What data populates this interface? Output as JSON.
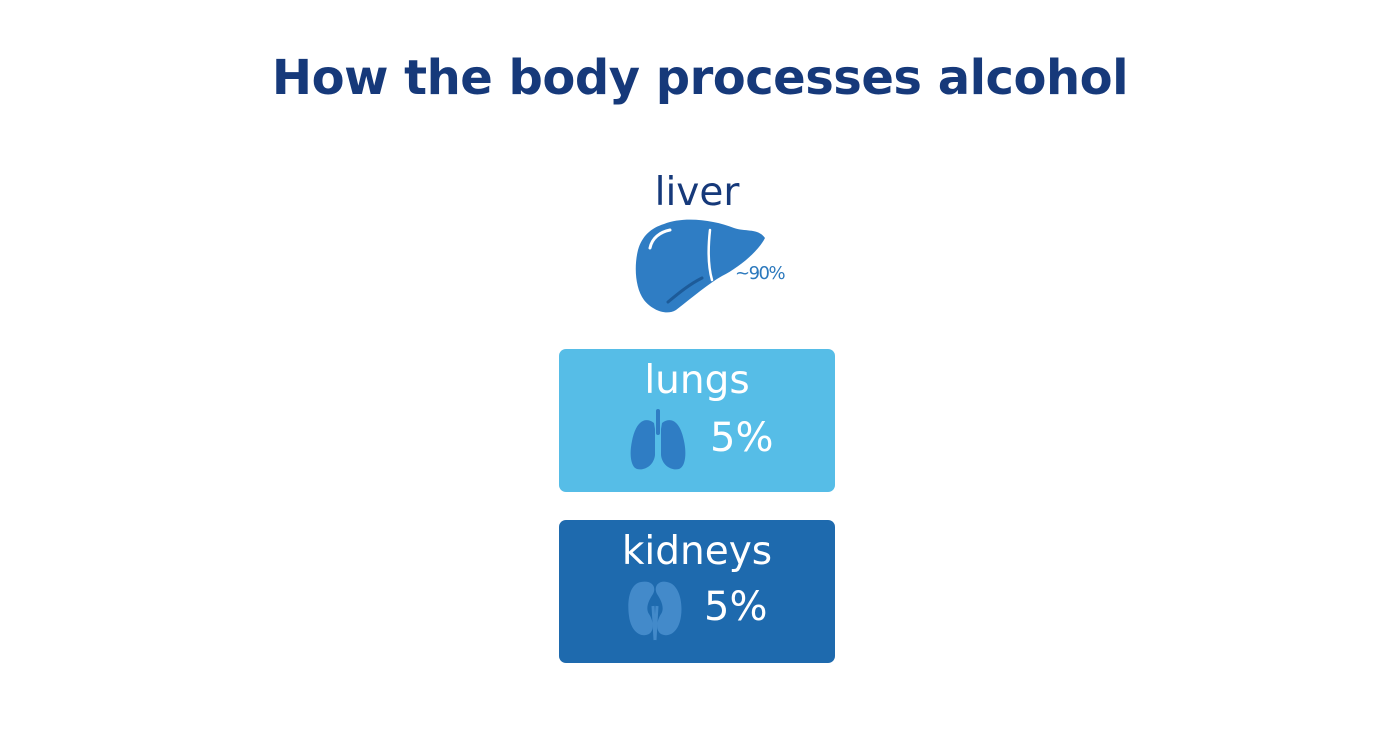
{
  "title": "How the body processes alcohol",
  "organs": {
    "liver": {
      "label": "liver",
      "percent": "~90%",
      "icon": "liver-icon"
    },
    "lungs": {
      "label": "lungs",
      "percent": "5%",
      "icon": "lungs-icon"
    },
    "kidneys": {
      "label": "kidneys",
      "percent": "5%",
      "icon": "kidneys-icon"
    }
  },
  "colors": {
    "title": "#16397a",
    "liver": "#2f7dc4",
    "lungs_card": "#56bde7",
    "kidneys_card": "#1e6aae"
  }
}
